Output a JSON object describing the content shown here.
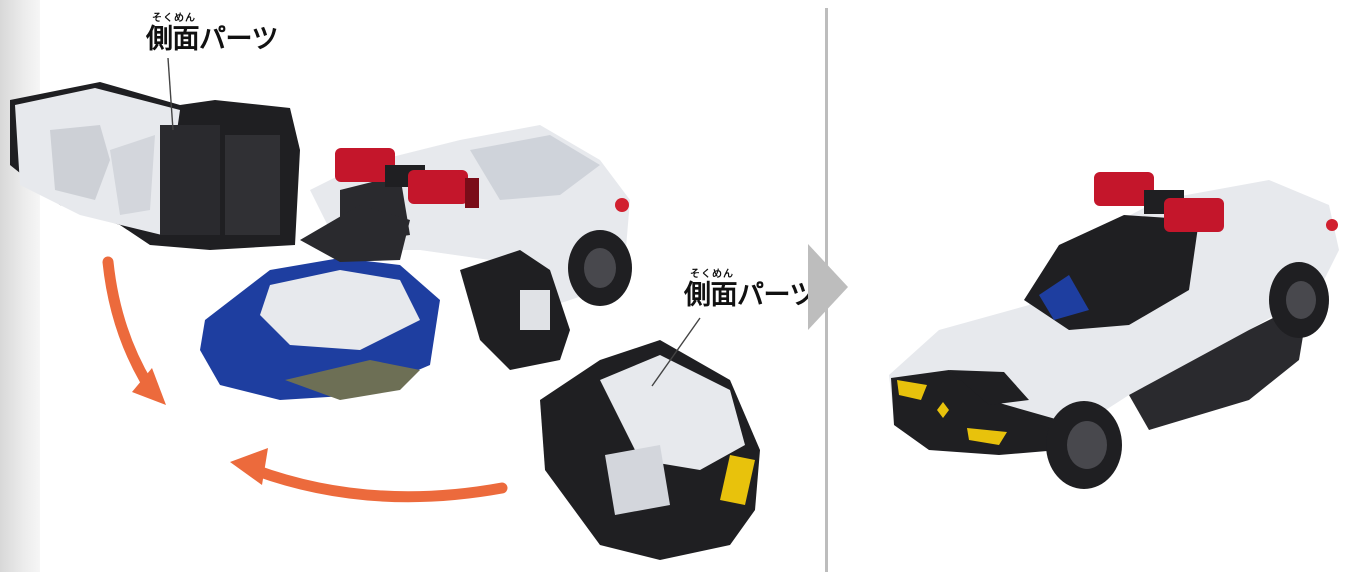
{
  "labels": {
    "top_left": {
      "ruby": "そくめん",
      "text": "側面パーツ"
    },
    "right_middle": {
      "ruby": "そくめん",
      "text": "側面パーツ"
    }
  },
  "colors": {
    "body_white": "#e7e9ed",
    "body_black": "#1f1f22",
    "light_red": "#c4162b",
    "windshield_blue": "#1e3ea0",
    "headlight_yellow": "#e8c20c",
    "arrow_orange": "#ec6a3c",
    "divider_gray": "#bdbdbd"
  },
  "icons": {
    "next_step": "triangle-right-icon",
    "rotate_down": "curved-arrow-down-icon",
    "rotate_left": "curved-arrow-left-icon"
  }
}
